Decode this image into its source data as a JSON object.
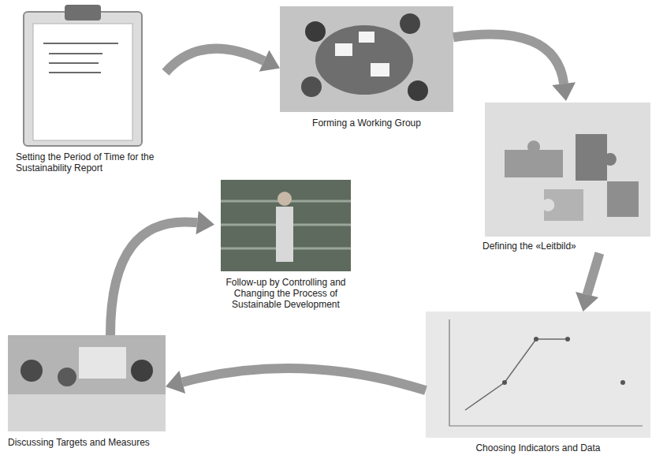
{
  "diagram": {
    "nodes": [
      {
        "text": [
          "Setting the Period of Time for the Sustainability Report"
        ]
      },
      {
        "text": [
          "Forming a Working Group"
        ]
      },
      {
        "text": [
          "Defining the «Leitbild»"
        ]
      },
      {
        "text": [
          "Choosing Indicators and Data"
        ]
      },
      {
        "text": [
          "Discussing Targets and Measures"
        ]
      },
      {
        "text": [
          "Follow-up by Controlling and Changing the Process of Sustainable Development"
        ]
      }
    ],
    "edges": [
      {
        "from": 0,
        "to": 1,
        "arrow": "to"
      },
      {
        "from": 1,
        "to": 2,
        "arrow": "to"
      },
      {
        "from": 2,
        "to": 3,
        "arrow": "to"
      },
      {
        "from": 3,
        "to": 4,
        "arrow": "to"
      },
      {
        "from": 4,
        "to": 5,
        "arrow": "to"
      }
    ]
  }
}
